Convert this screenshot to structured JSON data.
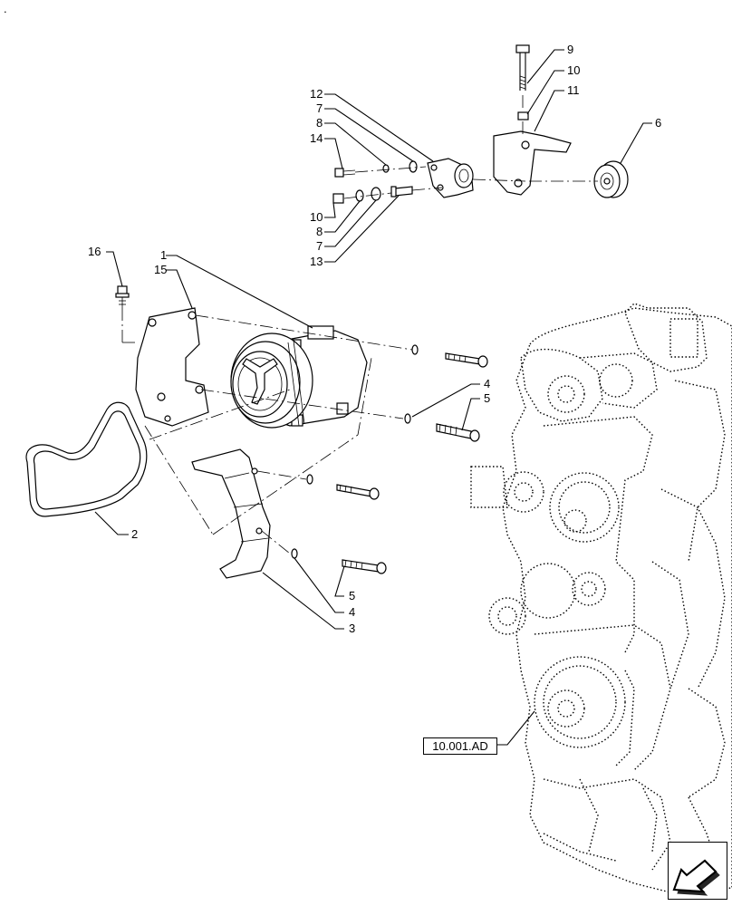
{
  "diagram": {
    "corner_mark": ".",
    "reference_label": "10.001.AD",
    "navigation_icon": "arrow-icon",
    "callouts": {
      "c1": "1",
      "c2": "2",
      "c3": "3",
      "c4a": "4",
      "c4b": "4",
      "c5a": "5",
      "c5b": "5",
      "c6": "6",
      "c7a": "7",
      "c7b": "7",
      "c8a": "8",
      "c8b": "8",
      "c9": "9",
      "c10a": "10",
      "c10b": "10",
      "c11": "11",
      "c12": "12",
      "c13": "13",
      "c14": "14",
      "c15": "15",
      "c16": "16"
    }
  }
}
